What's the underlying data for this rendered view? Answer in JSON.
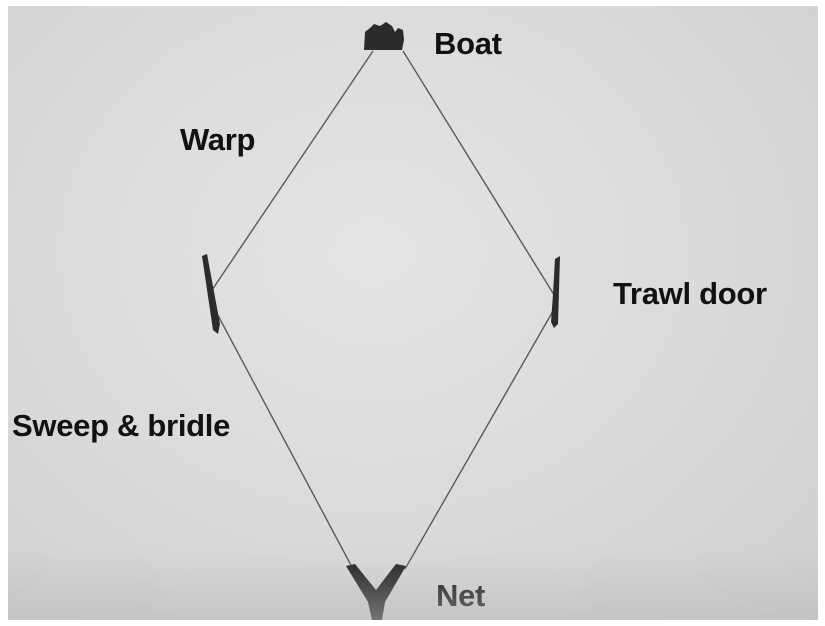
{
  "labels": {
    "boat": "Boat",
    "warp": "Warp",
    "trawl_door": "Trawl door",
    "sweep_bridle": "Sweep & bridle",
    "net": "Net"
  },
  "colors": {
    "background": "#dcdcdc",
    "line": "#5a5a5a",
    "object": "#2b2b2b",
    "text": "#111111"
  }
}
